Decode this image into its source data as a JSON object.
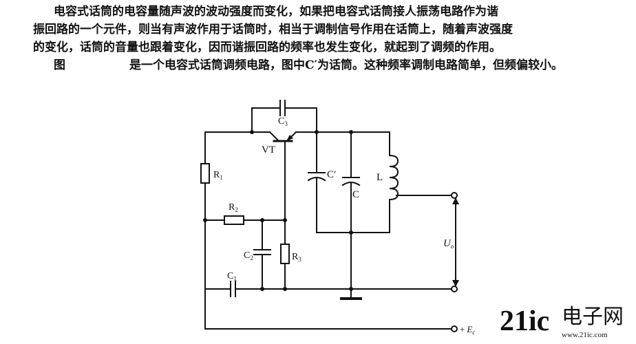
{
  "paragraph": {
    "line1": "电容式话筒的电容量随声波的波动强度而变化，如果把电容式话筒接人振荡电路作为谐",
    "line2": "振回路的一个元件，则当有声波作用于话筒时，相当于调制信号作用在话筒上，随着声波强度",
    "line3": "的变化，话筒的音量也跟着变化，因而谐振回路的频率也发生变化，就起到了调频的作用。",
    "figure_label": "图",
    "figure_caption": "是一个电容式话筒调频电路，图中C′为话筒。这种频率调制电路简单，但频偏较小。"
  },
  "circuit": {
    "labels": {
      "c3": "C",
      "c3_sub": "3",
      "vt": "VT",
      "r1": "R",
      "r1_sub": "1",
      "r2": "R",
      "r2_sub": "2",
      "r3": "R",
      "r3_sub": "3",
      "c1": "C",
      "c1_sub": "1",
      "c2": "C",
      "c2_sub": "2",
      "c_mic": "C′",
      "c_tank": "C",
      "l": "L",
      "uo": "U",
      "uo_sub": "o",
      "ec_prefix": "+",
      "ec": "E",
      "ec_sub": "c"
    }
  },
  "watermark": {
    "number_part": "21ic",
    "text_part": "电子网",
    "url": "www.21ic.com",
    "colors": {
      "primary": "#d9385a",
      "secondary": "#9b9b9b"
    }
  }
}
